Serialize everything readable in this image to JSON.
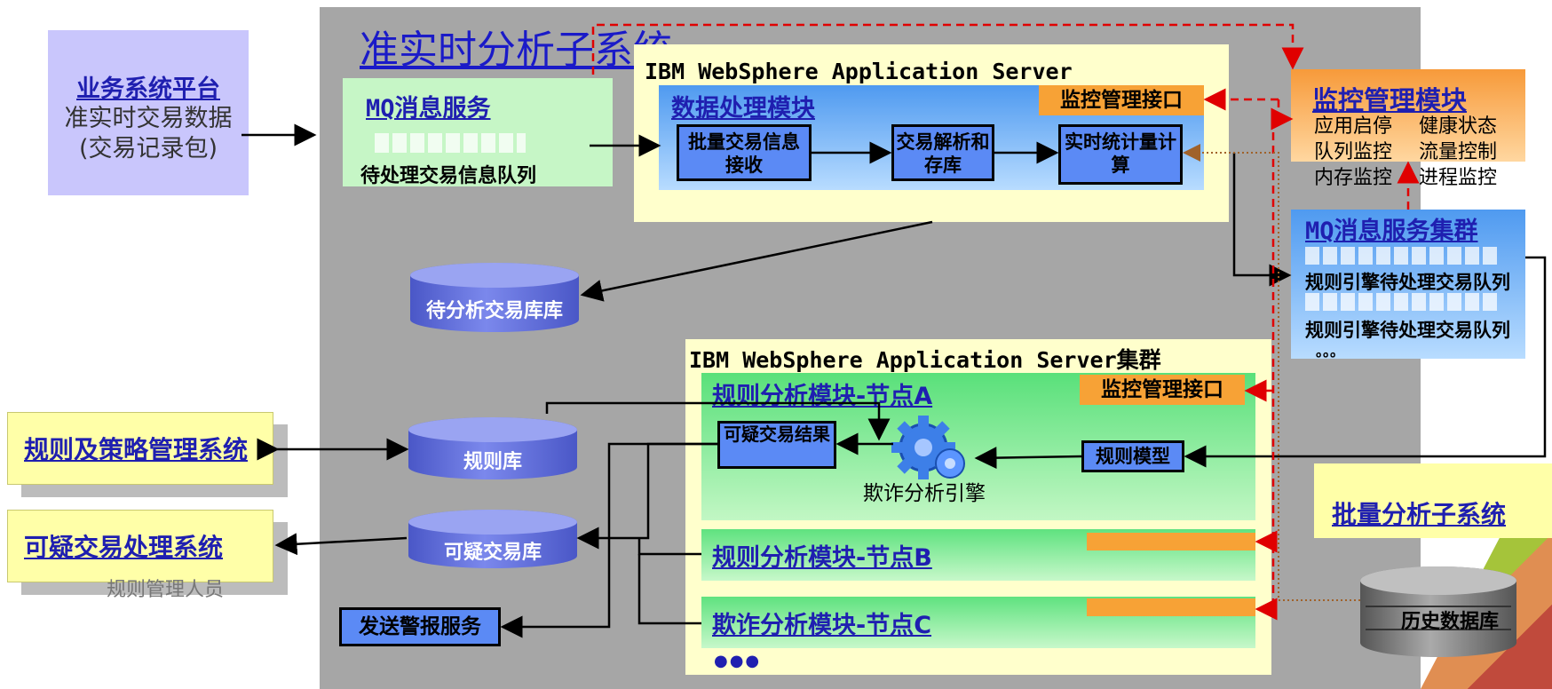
{
  "business_platform": {
    "title": "业务系统平台",
    "body": "准实时交易数据(交易记录包)"
  },
  "realtime_subsystem": {
    "title": "准实时分析子系统"
  },
  "mq_service": {
    "title": "MQ消息服务",
    "queue_label": "待处理交易信息队列"
  },
  "was_top": {
    "title": "IBM WebSphere Application Server"
  },
  "data_module": {
    "title": "数据处理模块",
    "monitor_interface": "监控管理接口",
    "boxes": [
      "批量交易信息接收",
      "交易解析和存库",
      "实时统计量计算"
    ]
  },
  "monitor_module": {
    "title": "监控管理模块",
    "items": [
      "应用启停",
      "健康状态",
      "队列监控",
      "流量控制",
      "内存监控",
      "进程监控"
    ]
  },
  "mq_cluster": {
    "title": "MQ消息服务集群",
    "queue1": "规则引擎待处理交易队列",
    "queue2": "规则引擎待处理交易队列",
    "ellipsis": "。。。"
  },
  "db_pending": {
    "label": "待分析交易库库"
  },
  "was_cluster": {
    "title": "IBM WebSphere Application Server集群",
    "node_a": "规则分析模块-节点A",
    "node_b": "规则分析模块-节点B",
    "node_c": "欺诈分析模块-节点C",
    "monitor_interface": "监控管理接口",
    "suspicious_result": "可疑交易结果",
    "engine_label": "欺诈分析引擎",
    "rule_model": "规则模型",
    "more": "●●●"
  },
  "rule_mgmt": {
    "label": "规则及策略管理系统",
    "shadow_text": "规则管理人员"
  },
  "suspicious_sys": {
    "label": "可疑交易处理系统"
  },
  "db_rules": {
    "label": "规则库"
  },
  "db_suspicious": {
    "label": "可疑交易库"
  },
  "alert_service": {
    "label": "发送警报服务"
  },
  "batch_subsystem": {
    "label": "批量分析子系统"
  },
  "history_db": {
    "label": "历史数据库"
  },
  "colors": {
    "monitor_link": "#e00000",
    "accent_blue": "#1f1fb0",
    "orange": "#f7a236"
  }
}
